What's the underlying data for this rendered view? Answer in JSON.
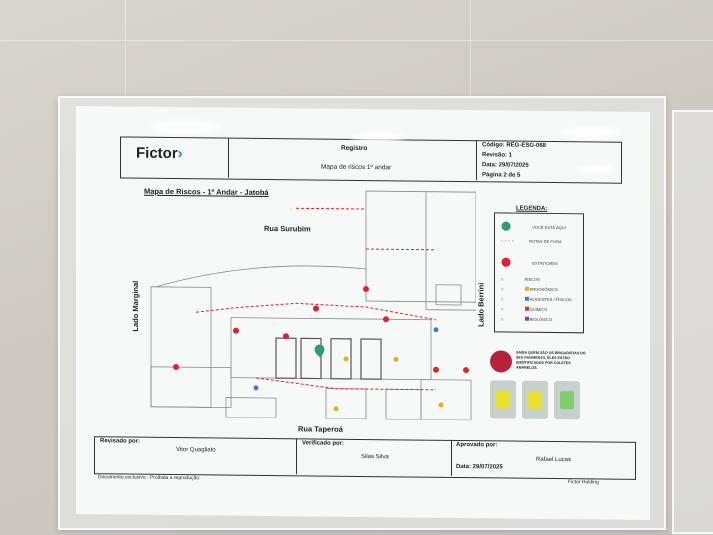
{
  "header": {
    "logo_text": "Fictor",
    "registro": "Registro",
    "doc_title": "Mapa de riscos 1º andar",
    "codigo": "Código: REG-ESG-068",
    "revisao": "Revisão: 1",
    "data": "Data: 29/07/2025",
    "paginas": "Página 2 de 5"
  },
  "map": {
    "title": "Mapa de Riscos - 1º Andar - Jatobá",
    "street_top": "Rua Surubim",
    "street_bottom": "Rua Taperoá",
    "street_left": "Lado Marginal",
    "street_right": "Lado Berrini"
  },
  "legend": {
    "title": "LEGENDA:",
    "items": [
      "VOCÊ ESTÁ AQUI",
      "ROTAS DE FUGA",
      "EXTINTORES"
    ],
    "risks": [
      "RISCOS",
      "ERGONÔMICO",
      "ACIDENTES / FÍSICOS",
      "QUÍMICO",
      "BIOLÓGICO"
    ],
    "risk_colors": [
      "#e0b020",
      "#3a7fd0",
      "#2e9e4a",
      "#d03a3a",
      "#8a3ab0"
    ]
  },
  "brigade": {
    "heading": "SAIBA QUEM SÃO OS BRIGADISTAS DO SEU PAVIMENTO, ELES ESTÃO IDENTIFICADOS POR COLETES AMARELOS."
  },
  "footer": {
    "revisado_label": "Revisado por:",
    "revisado_name": "Vitor Quagliato",
    "verificado_label": "Verificado por:",
    "verificado_name": "Silas Silva",
    "aprovado_label": "Aprovado por:",
    "aprovado_name": "Rafael Lucas",
    "aprovado_date": "Data: 29/07/2025",
    "notice": "Documento exclusivo - Proibida a reprodução.",
    "company": "Fictor Holding"
  }
}
